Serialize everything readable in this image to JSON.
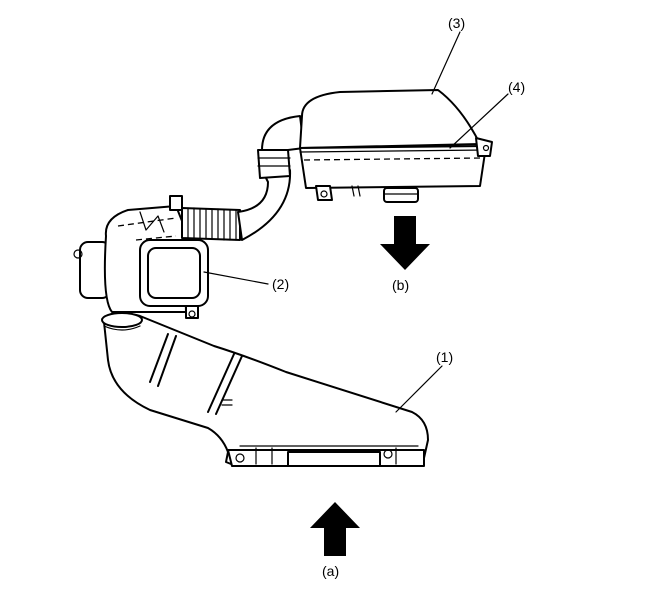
{
  "labels": {
    "part1": "(1)",
    "part2": "(2)",
    "part3": "(3)",
    "part4": "(4)",
    "inlet": "(a)",
    "outlet": "(b)"
  },
  "icons": {
    "inlet_arrow": "arrow-up-icon",
    "outlet_arrow": "arrow-down-icon"
  },
  "colors": {
    "line": "#000000",
    "background": "#ffffff"
  }
}
